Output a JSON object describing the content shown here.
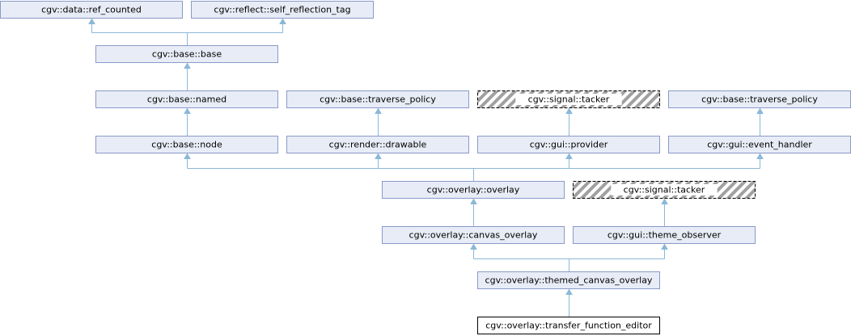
{
  "nodes": [
    {
      "id": "ref_counted",
      "label": "cgv::data::ref_counted",
      "style": "normal"
    },
    {
      "id": "self_reflection_tag",
      "label": "cgv::reflect::self_reflection_tag",
      "style": "normal"
    },
    {
      "id": "base",
      "label": "cgv::base::base",
      "style": "normal"
    },
    {
      "id": "named",
      "label": "cgv::base::named",
      "style": "normal"
    },
    {
      "id": "traverse_policy_1",
      "label": "cgv::base::traverse_policy",
      "style": "normal"
    },
    {
      "id": "tacker_1",
      "label": "cgv::signal::tacker",
      "style": "external"
    },
    {
      "id": "traverse_policy_2",
      "label": "cgv::base::traverse_policy",
      "style": "normal"
    },
    {
      "id": "node",
      "label": "cgv::base::node",
      "style": "normal"
    },
    {
      "id": "drawable",
      "label": "cgv::render::drawable",
      "style": "normal"
    },
    {
      "id": "provider",
      "label": "cgv::gui::provider",
      "style": "normal"
    },
    {
      "id": "event_handler",
      "label": "cgv::gui::event_handler",
      "style": "normal"
    },
    {
      "id": "overlay",
      "label": "cgv::overlay::overlay",
      "style": "normal"
    },
    {
      "id": "tacker_2",
      "label": "cgv::signal::tacker",
      "style": "external"
    },
    {
      "id": "canvas_overlay",
      "label": "cgv::overlay::canvas_overlay",
      "style": "normal"
    },
    {
      "id": "theme_observer",
      "label": "cgv::gui::theme_observer",
      "style": "normal"
    },
    {
      "id": "themed_canvas_overlay",
      "label": "cgv::overlay::themed_canvas_overlay",
      "style": "normal"
    },
    {
      "id": "transfer_function_editor",
      "label": "cgv::overlay::transfer_function_editor",
      "style": "current"
    }
  ],
  "edges": [
    {
      "child": "base",
      "parents": [
        "ref_counted",
        "self_reflection_tag"
      ]
    },
    {
      "child": "named",
      "parents": [
        "base"
      ]
    },
    {
      "child": "node",
      "parents": [
        "named"
      ]
    },
    {
      "child": "drawable",
      "parents": [
        "traverse_policy_1"
      ]
    },
    {
      "child": "provider",
      "parents": [
        "tacker_1"
      ]
    },
    {
      "child": "event_handler",
      "parents": [
        "traverse_policy_2"
      ]
    },
    {
      "child": "overlay",
      "parents": [
        "node",
        "drawable",
        "provider",
        "event_handler"
      ]
    },
    {
      "child": "canvas_overlay",
      "parents": [
        "overlay"
      ]
    },
    {
      "child": "theme_observer",
      "parents": [
        "tacker_2"
      ]
    },
    {
      "child": "themed_canvas_overlay",
      "parents": [
        "canvas_overlay",
        "theme_observer"
      ]
    },
    {
      "child": "transfer_function_editor",
      "parents": [
        "themed_canvas_overlay"
      ]
    }
  ],
  "colors": {
    "node_fill": "#e8ecf6",
    "node_border": "#8a9ac8",
    "edge": "#8ab8d8",
    "current_border": "#000000"
  }
}
